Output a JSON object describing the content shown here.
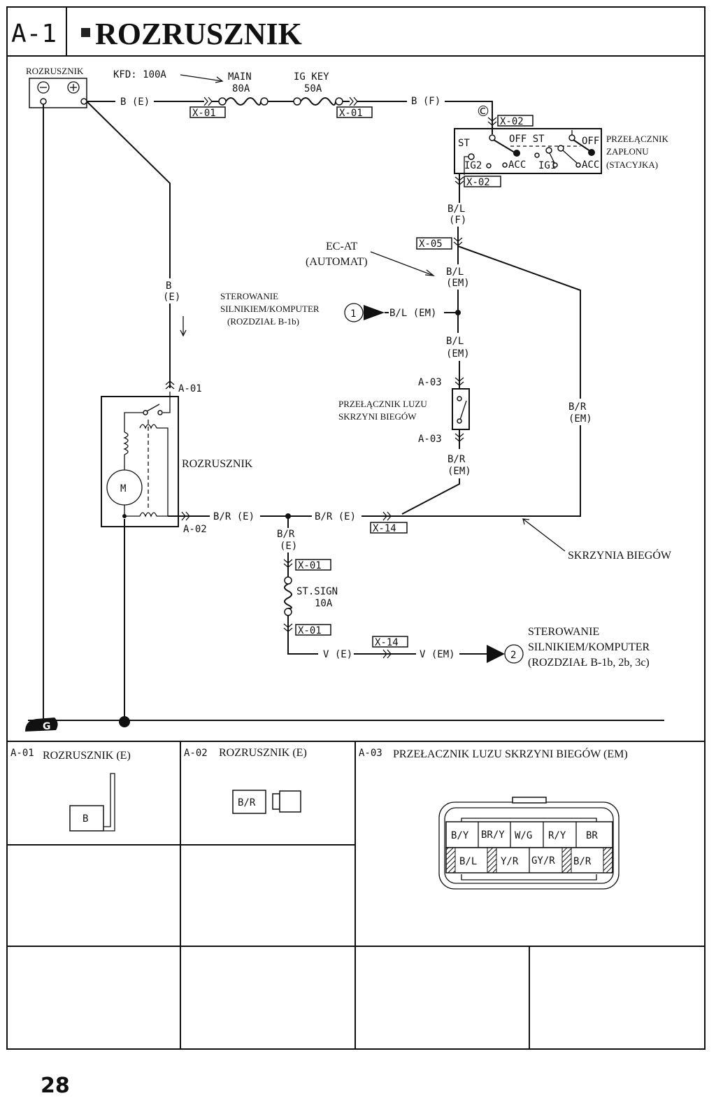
{
  "header": {
    "section": "A-1",
    "title": "ROZRUSZNIK"
  },
  "battery": {
    "label": "ROZRUSZNIK"
  },
  "fuses": {
    "kfd": "KFD: 100A",
    "main_name": "MAIN",
    "main_rating": "80A",
    "igkey_name": "IG KEY",
    "igkey_rating": "50A",
    "stsign_name": "ST.SIGN",
    "stsign_rating": "10A"
  },
  "wires": {
    "b_e": "B (E)",
    "b_f": "B (F)",
    "bl": "B/L",
    "f": "(F)",
    "em": "(EM)",
    "bl_em": "B/L (EM)",
    "b": "B",
    "e": "(E)",
    "br": "B/R",
    "br_e": "B/R (E)",
    "v_e": "V (E)",
    "v_em": "V (EM)"
  },
  "connectors": {
    "x01": "X-01",
    "x02": "X-02",
    "x05": "X-05",
    "x14": "X-14",
    "a01": "A-01",
    "a02": "A-02",
    "a03": "A-03"
  },
  "ignition_switch": {
    "label_1": "PRZEŁĄCZNIK",
    "label_2": "ZAPŁONU",
    "label_3": "(STACYJKA)",
    "c_mark": "©",
    "st": "ST",
    "off": "OFF",
    "off_st": "OFF  ST",
    "ig2": "IG2",
    "ig1": "IG1",
    "acc": "ACC"
  },
  "labels": {
    "ecat_1": "EC-AT",
    "ecat_2": "(AUTOMAT)",
    "ecu1_1": "STEROWANIE",
    "ecu1_2": "SILNIKIEM/KOMPUTER",
    "ecu1_3": "(ROZDZIAŁ B-1b)",
    "ecu1_num": "1",
    "neutral_1": "PRZEŁĄCZNIK LUZU",
    "neutral_2": "SKRZYNI BIEGÓW",
    "starter": "ROZRUSZNIK",
    "motor": "M",
    "gearbox": "SKRZYNIA BIEGÓW",
    "ecu2_1": "STEROWANIE",
    "ecu2_2": "SILNIKIEM/KOMPUTER",
    "ecu2_3": "(ROZDZIAŁ B-1b, 2b, 3c)",
    "ecu2_num": "2",
    "ground": "G"
  },
  "connector_table": [
    {
      "id": "A-01",
      "name": "ROZRUSZNIK (E)",
      "pins": [
        "B"
      ]
    },
    {
      "id": "A-02",
      "name": "ROZRUSZNIK (E)",
      "pins": [
        "B/R"
      ]
    },
    {
      "id": "A-03",
      "name": "PRZEŁACZNIK LUZU SKRZYNI BIEGÓW (EM)",
      "pins": [
        "B/Y",
        "BR/Y",
        "W/G",
        "R/Y",
        "BR",
        "B/L",
        "Y/R",
        "GY/R",
        "B/R"
      ]
    }
  ],
  "page_number": "28"
}
